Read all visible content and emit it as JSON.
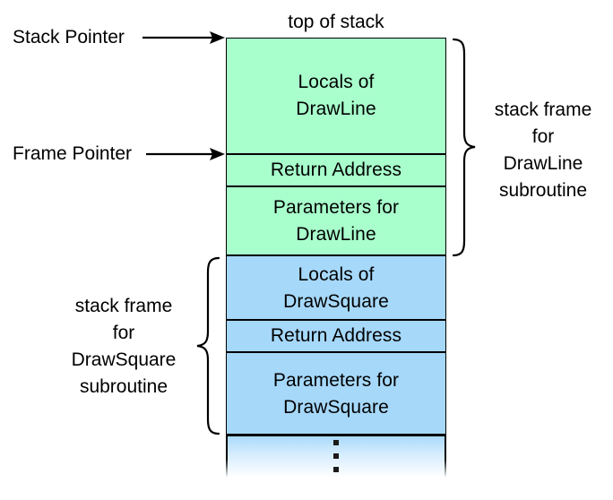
{
  "diagram": {
    "title_label": "top of stack",
    "pointers": [
      {
        "name": "stack-pointer",
        "label": "Stack Pointer",
        "points_to": "top of stack / Locals of DrawLine"
      },
      {
        "name": "frame-pointer",
        "label": "Frame Pointer",
        "points_to": "Return Address of DrawLine"
      }
    ],
    "colors": {
      "drawline_frame_fill": "#a8ffcc",
      "drawsquare_frame_fill": "#a6d8fa",
      "outline": "#000000",
      "background": "#ffffff"
    },
    "stack_cells": [
      {
        "name": "locals-of-drawline",
        "lines": [
          "Locals of",
          "DrawLine"
        ],
        "fill": "#a8ffcc",
        "frame": "DrawLine"
      },
      {
        "name": "return-address-drawline",
        "lines": [
          "Return Address"
        ],
        "fill": "#a8ffcc",
        "frame": "DrawLine"
      },
      {
        "name": "parameters-for-drawline",
        "lines": [
          "Parameters for",
          "DrawLine"
        ],
        "fill": "#a8ffcc",
        "frame": "DrawLine"
      },
      {
        "name": "locals-of-drawsquare",
        "lines": [
          "Locals of",
          "DrawSquare"
        ],
        "fill": "#a6d8fa",
        "frame": "DrawSquare"
      },
      {
        "name": "return-address-drawsquare",
        "lines": [
          "Return Address"
        ],
        "fill": "#a6d8fa",
        "frame": "DrawSquare"
      },
      {
        "name": "parameters-for-drawsquare",
        "lines": [
          "Parameters for",
          "DrawSquare"
        ],
        "fill": "#a6d8fa",
        "frame": "DrawSquare"
      },
      {
        "name": "more-stack-below",
        "lines": [
          "⋮"
        ],
        "fill": "gradient",
        "frame": ""
      }
    ],
    "frame_labels": {
      "drawline": [
        "stack frame",
        "for",
        "DrawLine",
        "subroutine"
      ],
      "drawsquare": [
        "stack frame",
        "for",
        "DrawSquare",
        "subroutine"
      ]
    }
  }
}
